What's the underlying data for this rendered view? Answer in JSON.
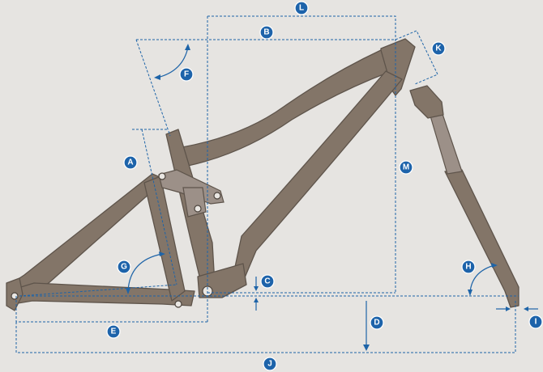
{
  "labels": {
    "A": "A",
    "B": "B",
    "C": "C",
    "D": "D",
    "E": "E",
    "F": "F",
    "G": "G",
    "H": "H",
    "I": "I",
    "J": "J",
    "K": "K",
    "L": "L",
    "M": "M"
  },
  "colors": {
    "background": "#e6e4e1",
    "frame": "#837568",
    "frame_outline": "#5e544b",
    "dimension_lines": "#1e64a8",
    "badge": "#1d63aa",
    "badge_text": "#ffffff"
  }
}
